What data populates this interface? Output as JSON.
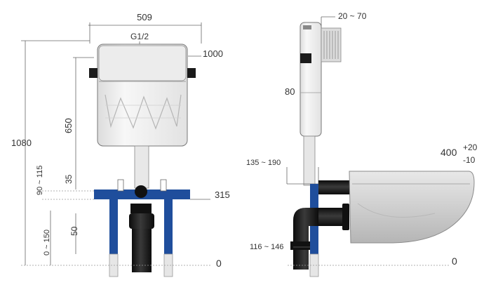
{
  "front_view": {
    "width_label": "509",
    "inlet_label": "G1/2",
    "cistern_height_label": "1000",
    "total_height_label": "1080",
    "cistern_bottom_label": "650",
    "frame_offset_label": "35",
    "adjust_range_label": "90 ~ 115",
    "flush_pipe_label": "315",
    "drain_label": "50",
    "foot_range_label": "0 ~ 150",
    "floor_label": "0"
  },
  "side_view": {
    "panel_depth_label": "20 ~ 70",
    "plate_label": "80",
    "bolt_range_label": "135 ~ 190",
    "bowl_height_label": "400",
    "tol_plus": "+20",
    "tol_minus": "-10",
    "drain_range_label": "116 ~ 146",
    "floor_label": "0"
  },
  "colors": {
    "frame_blue": "#1f4e9c",
    "pipe_black": "#1a1a1a",
    "cistern_white": "#f4f4f4",
    "bowl_grey": "#c9c9c9"
  }
}
